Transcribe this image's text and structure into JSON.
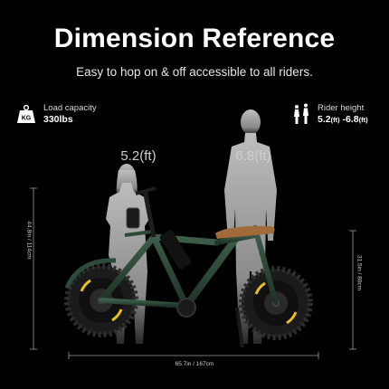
{
  "header": {
    "title": "Dimension Reference",
    "subtitle": "Easy to hop on & off accessible to all riders."
  },
  "load_capacity": {
    "icon": "weight-kg-icon",
    "icon_text": "KG",
    "label": "Load capacity",
    "value": "330lbs"
  },
  "rider_height": {
    "icon": "rider-figures-icon",
    "label": "Rider height",
    "value_min": "5.2",
    "unit_min": "(ft)",
    "separator": " -",
    "value_max": "6.8",
    "unit_max": "(ft)"
  },
  "figures": {
    "short_rider_label": "5.2(ft)",
    "tall_rider_label": "6.8(ft)"
  },
  "dimensions": {
    "overall_height": "44.8in / 114cm",
    "seat_height": "31.5in / 80cm",
    "length": "65.7in / 167cm"
  },
  "colors": {
    "background": "#000000",
    "silhouette": "#b5b5b5",
    "frame": "#2d4a3a",
    "tire": "#1b1b1b",
    "rim_accent": "#e8c21a",
    "seat": "#a06a3a"
  }
}
